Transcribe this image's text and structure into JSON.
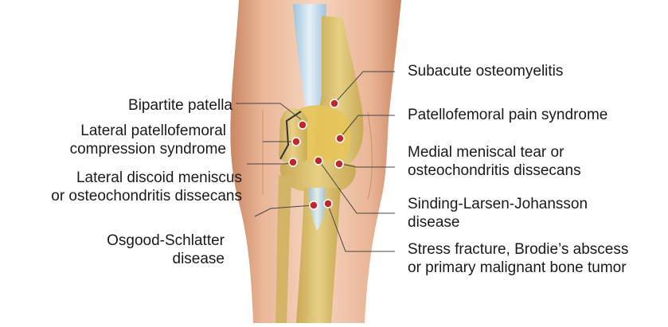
{
  "labels_left": {
    "bipartite": [
      "Bipartite patella"
    ],
    "lateral_pf": [
      "Lateral patellofemoral",
      "compression syndrome"
    ],
    "discoid": [
      "Lateral discoid meniscus",
      "or osteochondritis dissecans"
    ],
    "osgood": [
      "Osgood-Schlatter",
      "disease"
    ]
  },
  "labels_right": {
    "osteomyelitis": [
      "Subacute osteomyelitis"
    ],
    "pf_pain": [
      "Patellofemoral pain syndrome"
    ],
    "meniscal": [
      "Medial meniscal tear or",
      "osteochondritis dissecans"
    ],
    "slj": [
      "Sinding-Larsen-Johansson",
      "disease"
    ],
    "stress": [
      "Stress fracture, Brodie’s abscess",
      "or primary malignant bone tumor"
    ]
  },
  "colors": {
    "skin": "#e9b596",
    "skin_dark": "#c98662",
    "bone": "#d9bf6e",
    "bone_dark": "#b89a48",
    "patella": "#e6c45a",
    "cartilage": "#bcd8ea",
    "marker": "#c0272d",
    "leader": "#444444"
  }
}
